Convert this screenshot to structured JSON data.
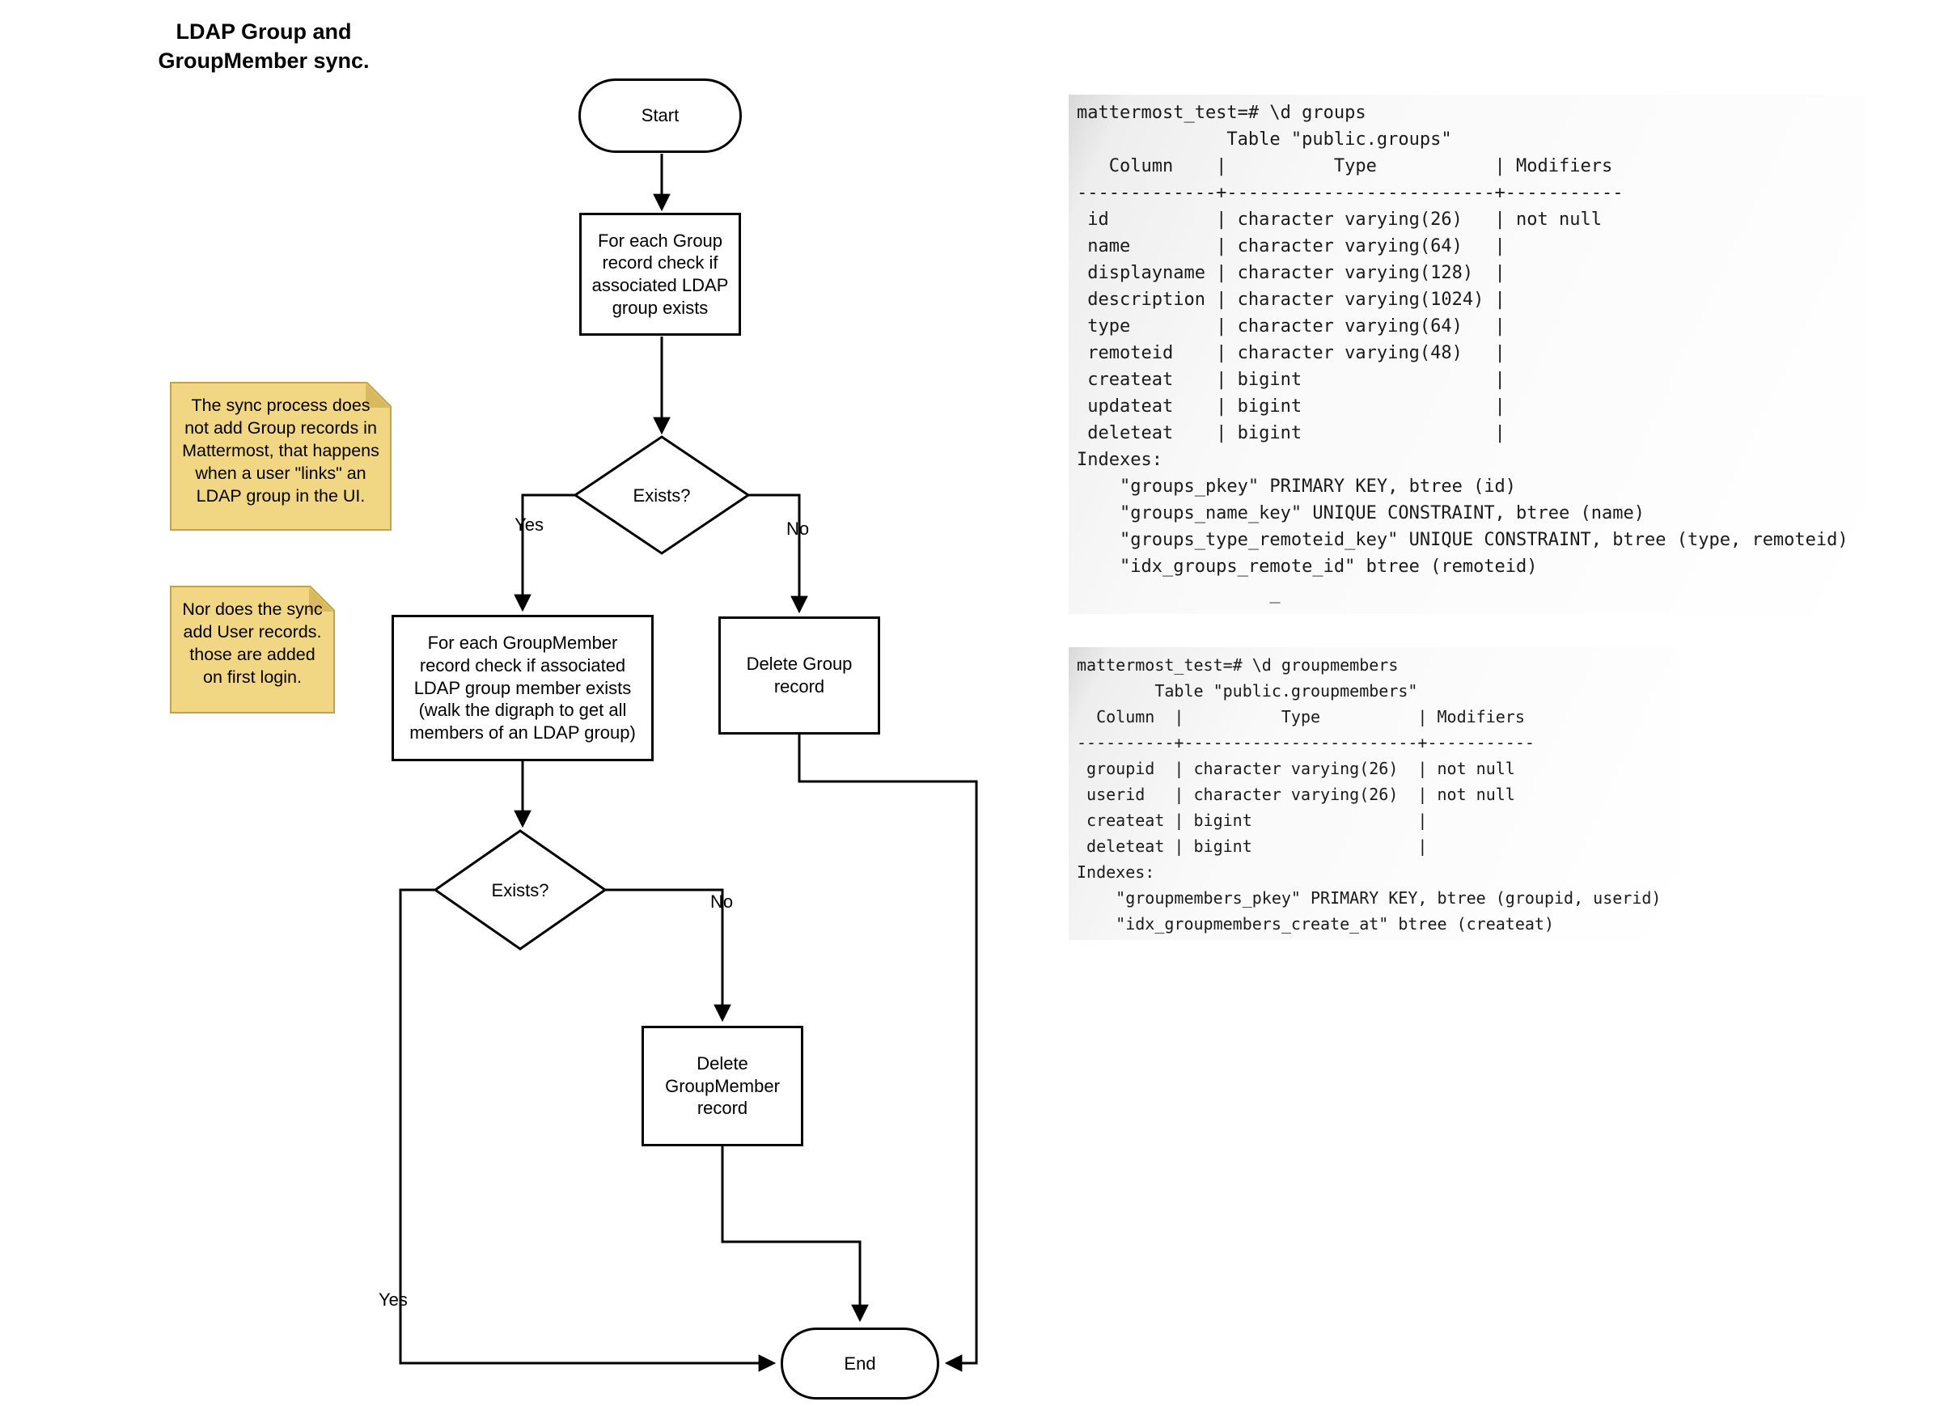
{
  "title": "LDAP Group and\nGroupMember sync.",
  "flowchart": {
    "start": "Start",
    "check_group": "For each Group record check if associated LDAP group exists",
    "exists1": "Exists?",
    "check_groupmember": "For each GroupMember record check if associated LDAP group member exists (walk the digraph to get all members of an LDAP group)",
    "delete_group": "Delete Group record",
    "exists2": "Exists?",
    "delete_groupmember": "Delete GroupMember record",
    "end": "End",
    "edge_labels": {
      "exists1_yes": "Yes",
      "exists1_no": "No",
      "exists2_yes": "Yes",
      "exists2_no": "No"
    }
  },
  "notes": [
    {
      "text": "The sync process does not add Group records in Mattermost, that happens when a user \"links\" an LDAP group in the UI."
    },
    {
      "text": "Nor does the sync add User records. those are added on first login."
    }
  ],
  "terminals": [
    {
      "name": "psql-d-groups",
      "lines": [
        "mattermost_test=# \\d groups",
        "              Table \"public.groups\"",
        "   Column    |          Type           | Modifiers",
        "-------------+-------------------------+-----------",
        " id          | character varying(26)   | not null",
        " name        | character varying(64)   |",
        " displayname | character varying(128)  |",
        " description | character varying(1024) |",
        " type        | character varying(64)   |",
        " remoteid    | character varying(48)   |",
        " createat    | bigint                  |",
        " updateat    | bigint                  |",
        " deleteat    | bigint                  |",
        "Indexes:",
        "    \"groups_pkey\" PRIMARY KEY, btree (id)",
        "    \"groups_name_key\" UNIQUE CONSTRAINT, btree (name)",
        "    \"groups_type_remoteid_key\" UNIQUE CONSTRAINT, btree (type, remoteid)",
        "    \"idx_groups_remote_id\" btree (remoteid)",
        "                  _"
      ]
    },
    {
      "name": "psql-d-groupmembers",
      "lines": [
        "mattermost_test=# \\d groupmembers",
        "        Table \"public.groupmembers\"",
        "  Column  |          Type          | Modifiers",
        "----------+------------------------+-----------",
        " groupid  | character varying(26)  | not null",
        " userid   | character varying(26)  | not null",
        " createat | bigint                 |",
        " deleteat | bigint                 |",
        "Indexes:",
        "    \"groupmembers_pkey\" PRIMARY KEY, btree (groupid, userid)",
        "    \"idx_groupmembers_create_at\" btree (createat)"
      ]
    }
  ],
  "colors": {
    "note_fill": "#f1d783",
    "note_fold": "#d8b95f",
    "note_border": "#c3a24a",
    "shape_border": "#000000",
    "terminal_bg_left": "#d9d9d9",
    "terminal_bg_right": "#ffffff",
    "terminal_text": "#1a1a1a"
  }
}
